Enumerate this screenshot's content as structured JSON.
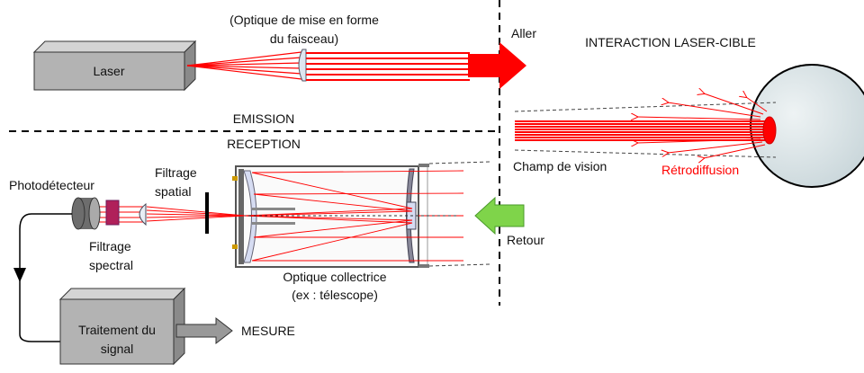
{
  "labels": {
    "laser": "Laser",
    "beam_optics_line1": "(Optique de mise en forme",
    "beam_optics_line2": "du faisceau)",
    "aller": "Aller",
    "interaction": "INTERACTION LASER-CIBLE",
    "emission": "EMISSION",
    "reception": "RECEPTION",
    "photodetector": "Photodétecteur",
    "spatial_filter_line1": "Filtrage",
    "spatial_filter_line2": "spatial",
    "spectral_filter_line1": "Filtrage",
    "spectral_filter_line2": "spectral",
    "field_of_view": "Champ de vision",
    "backscatter": "Rétrodiffusion",
    "retour": "Retour",
    "collecting_optics_line1": "Optique collectrice",
    "collecting_optics_line2": "(ex : télescope)",
    "signal_processing_line1": "Traitement du",
    "signal_processing_line2": "signal",
    "measure": "MESURE"
  },
  "colors": {
    "beam": "#ff0000",
    "backscatter_text": "#ff0000",
    "return_arrow": "#66cc33",
    "box": "#b0b0b0",
    "target": "#d6e0e3"
  }
}
